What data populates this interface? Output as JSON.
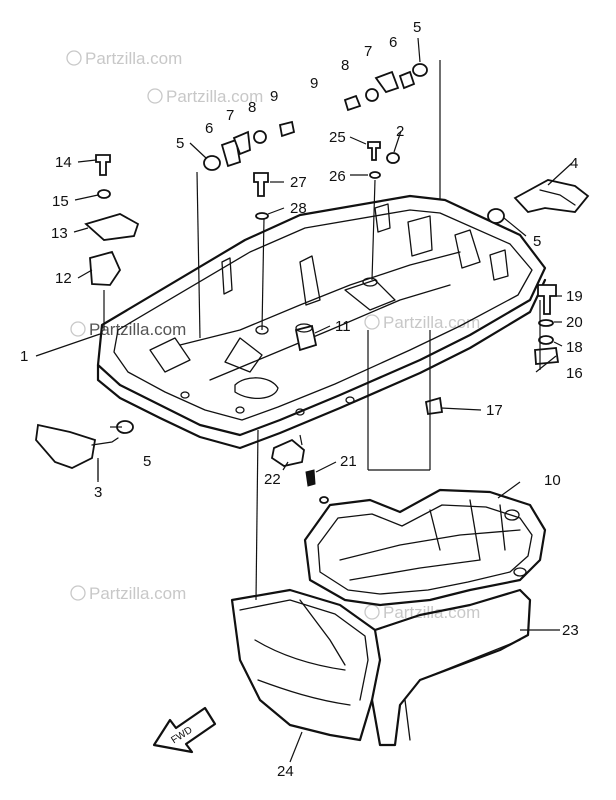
{
  "watermark": {
    "brand_text": "Partzilla.com"
  },
  "fwd_arrow_label": "FWD",
  "parts": [
    {
      "id": "label-1",
      "text": "1"
    },
    {
      "id": "label-2",
      "text": "2"
    },
    {
      "id": "label-3",
      "text": "3"
    },
    {
      "id": "label-4",
      "text": "4"
    },
    {
      "id": "label-5a",
      "text": "5"
    },
    {
      "id": "label-5b",
      "text": "5"
    },
    {
      "id": "label-5c",
      "text": "5"
    },
    {
      "id": "label-5d",
      "text": "5"
    },
    {
      "id": "label-6a",
      "text": "6"
    },
    {
      "id": "label-6b",
      "text": "6"
    },
    {
      "id": "label-7a",
      "text": "7"
    },
    {
      "id": "label-7b",
      "text": "7"
    },
    {
      "id": "label-8a",
      "text": "8"
    },
    {
      "id": "label-8b",
      "text": "8"
    },
    {
      "id": "label-9a",
      "text": "9"
    },
    {
      "id": "label-9b",
      "text": "9"
    },
    {
      "id": "label-10",
      "text": "10"
    },
    {
      "id": "label-11",
      "text": "11"
    },
    {
      "id": "label-12",
      "text": "12"
    },
    {
      "id": "label-13",
      "text": "13"
    },
    {
      "id": "label-14",
      "text": "14"
    },
    {
      "id": "label-15",
      "text": "15"
    },
    {
      "id": "label-16",
      "text": "16"
    },
    {
      "id": "label-17",
      "text": "17"
    },
    {
      "id": "label-18",
      "text": "18"
    },
    {
      "id": "label-19",
      "text": "19"
    },
    {
      "id": "label-20",
      "text": "20"
    },
    {
      "id": "label-21",
      "text": "21"
    },
    {
      "id": "label-22",
      "text": "22"
    },
    {
      "id": "label-23",
      "text": "23"
    },
    {
      "id": "label-24",
      "text": "24"
    },
    {
      "id": "label-25",
      "text": "25"
    },
    {
      "id": "label-26",
      "text": "26"
    },
    {
      "id": "label-27",
      "text": "27"
    },
    {
      "id": "label-28",
      "text": "28"
    }
  ]
}
